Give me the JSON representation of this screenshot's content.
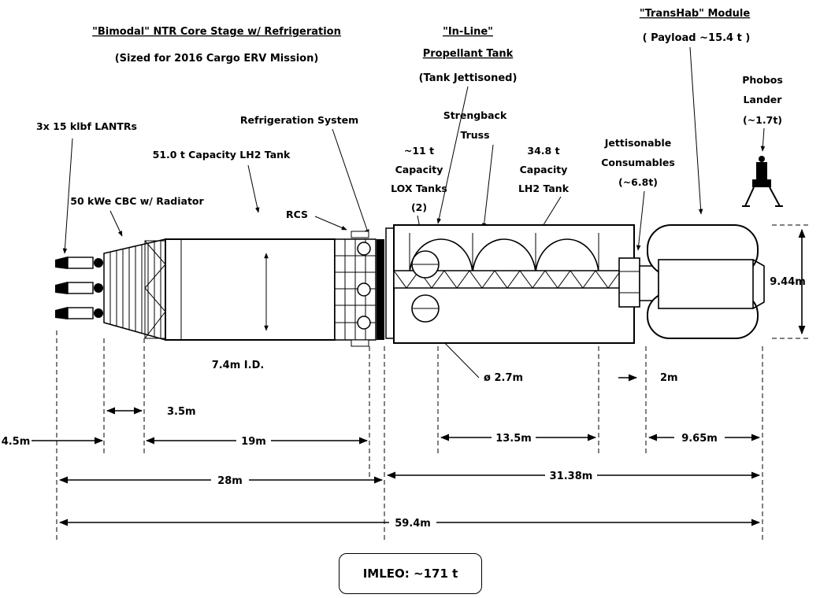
{
  "headers": {
    "core_stage_title": "\"Bimodal\" NTR Core Stage w/ Refrigeration",
    "core_stage_sub": "(Sized for 2016 Cargo ERV Mission)",
    "inline_title_1": "\"In-Line\"",
    "inline_title_2": "Propellant Tank",
    "inline_sub": "(Tank Jettisoned)",
    "transhab_title": "\"TransHab\" Module",
    "transhab_sub": "( Payload ~15.4 t )"
  },
  "labels": {
    "lantrs": "3x 15 klbf LANTRs",
    "cbc": "50 kWe CBC w/ Radiator",
    "lh2_core": "51.0 t Capacity LH2 Tank",
    "refrig": "Refrigeration System",
    "rcs": "RCS",
    "lox_1": "~11 t",
    "lox_2": "Capacity",
    "lox_3": "LOX Tanks",
    "lox_4": "(2)",
    "truss_1": "Strengback",
    "truss_2": "Truss",
    "lh2_inline_1": "34.8 t",
    "lh2_inline_2": "Capacity",
    "lh2_inline_3": "LH2 Tank",
    "consum_1": "Jettisonable",
    "consum_2": "Consumables",
    "consum_3": "(~6.8t)",
    "phobos_1": "Phobos",
    "phobos_2": "Lander",
    "phobos_3": "(~1.7t)"
  },
  "dimensions": {
    "diameter_core": "7.4m I.D.",
    "tank_diameter": "ø 2.7m",
    "transhab_dia": "9.44m",
    "consum_len": "2m",
    "cbc_len": "3.5m",
    "engine_len": "4.5m",
    "core_tank_len": "19m",
    "inline_tank_len": "13.5m",
    "transhab_len": "9.65m",
    "core_len": "28m",
    "inline_len": "31.38m",
    "total_len": "59.4m"
  },
  "imleo": "IMLEO: ~171 t"
}
